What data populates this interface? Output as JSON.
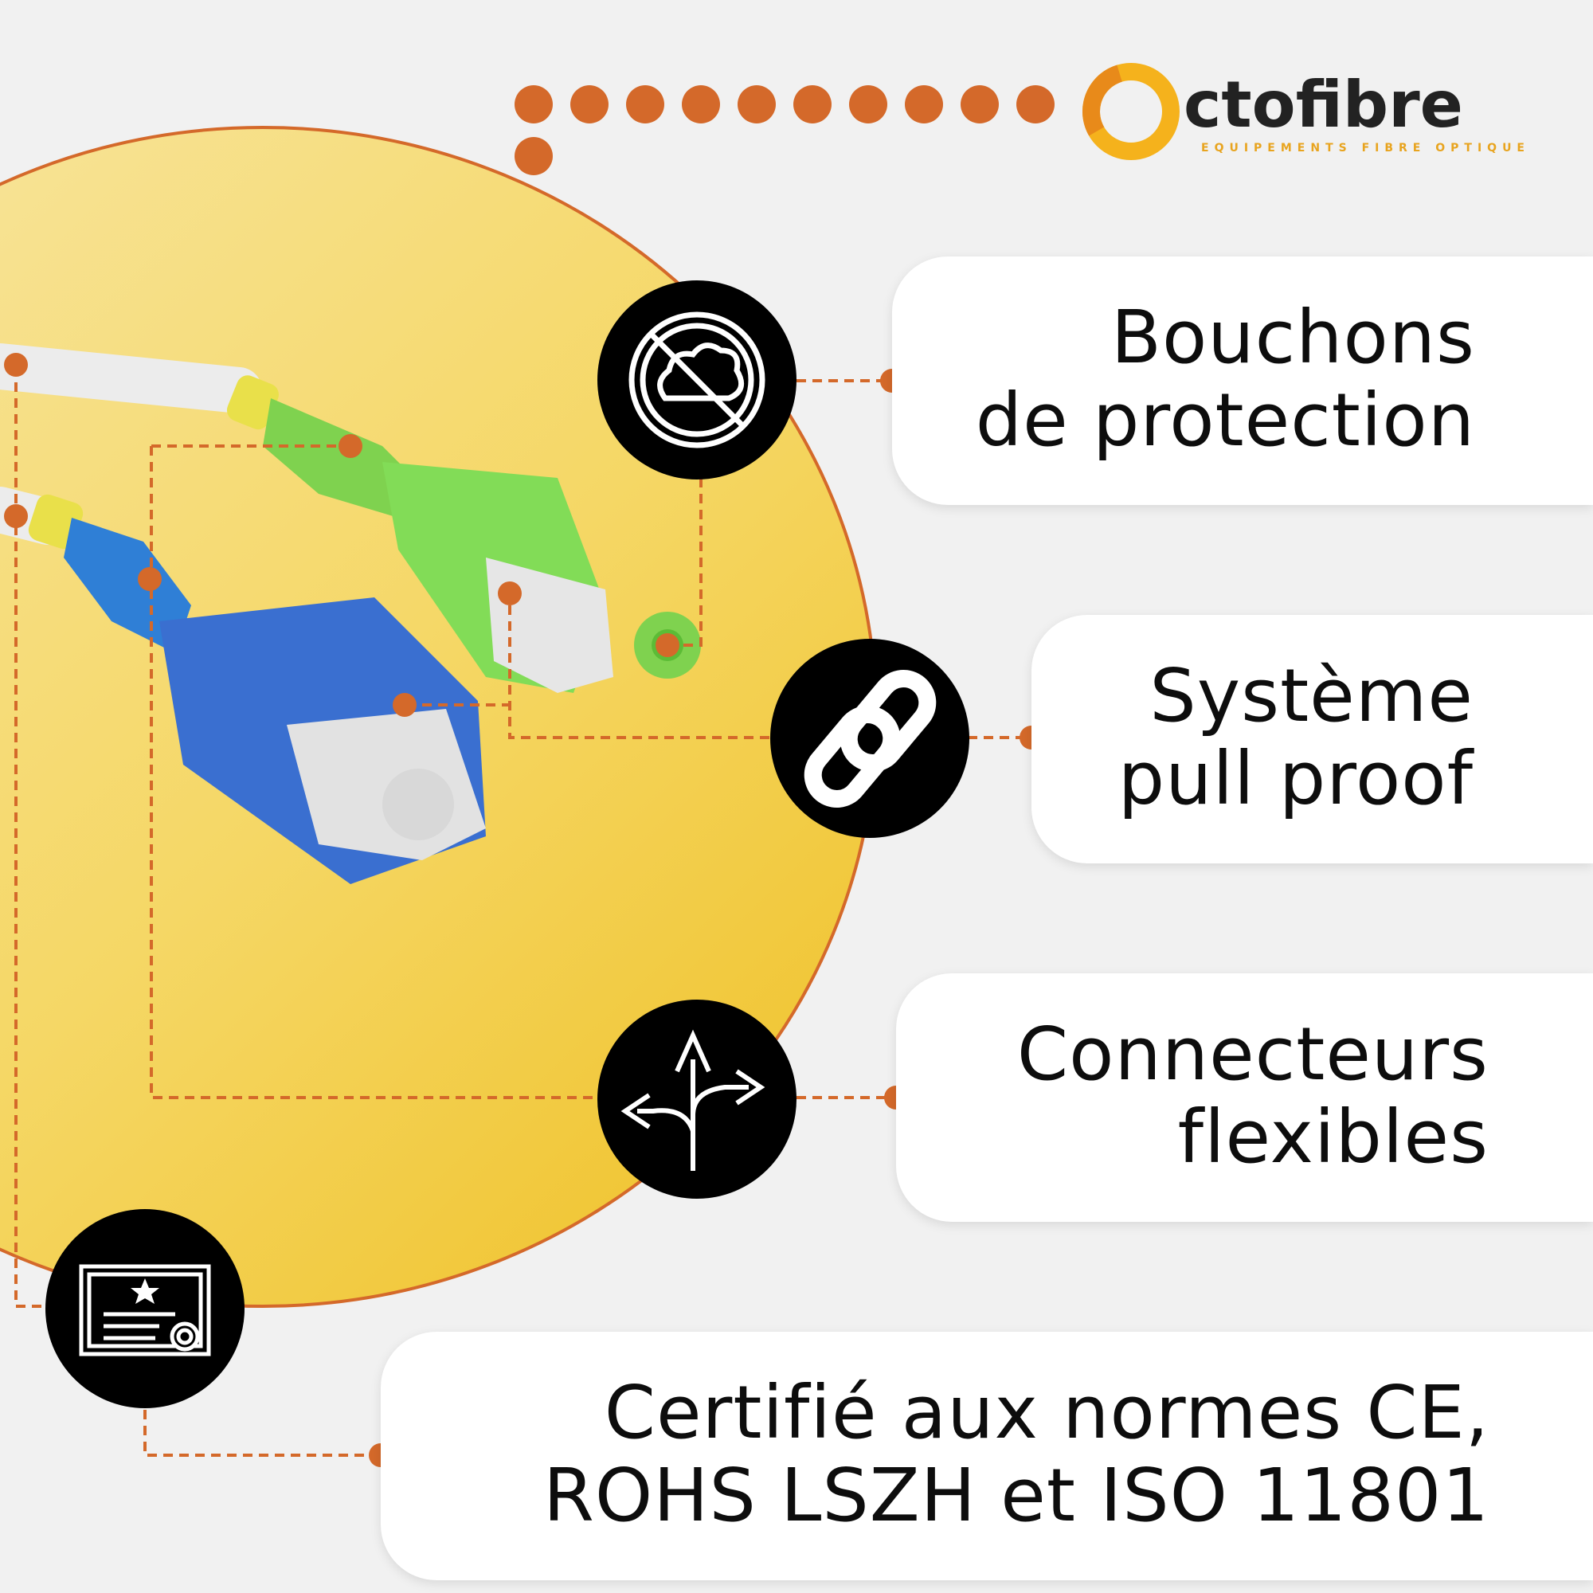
{
  "brand": {
    "name": "ctofibre",
    "tagline": "EQUIPEMENTS FIBRE OPTIQUE",
    "ring_color": "#f5b21c"
  },
  "colors": {
    "accent": "#d4692a",
    "circle_fill": "#f3c63a",
    "icon_bg": "#000000",
    "card_bg": "#ffffff"
  },
  "features": [
    {
      "icon": "dust-prohibited-icon",
      "line1": "Bouchons",
      "line2": "de protection"
    },
    {
      "icon": "chain-link-icon",
      "line1": "Système",
      "line2": "pull proof"
    },
    {
      "icon": "flexible-arrows-icon",
      "line1": "Connecteurs",
      "line2": "flexibles"
    },
    {
      "icon": "certificate-icon",
      "line1": "Certifié aux normes CE,",
      "line2": "ROHS  LSZH et ISO 11801"
    }
  ]
}
